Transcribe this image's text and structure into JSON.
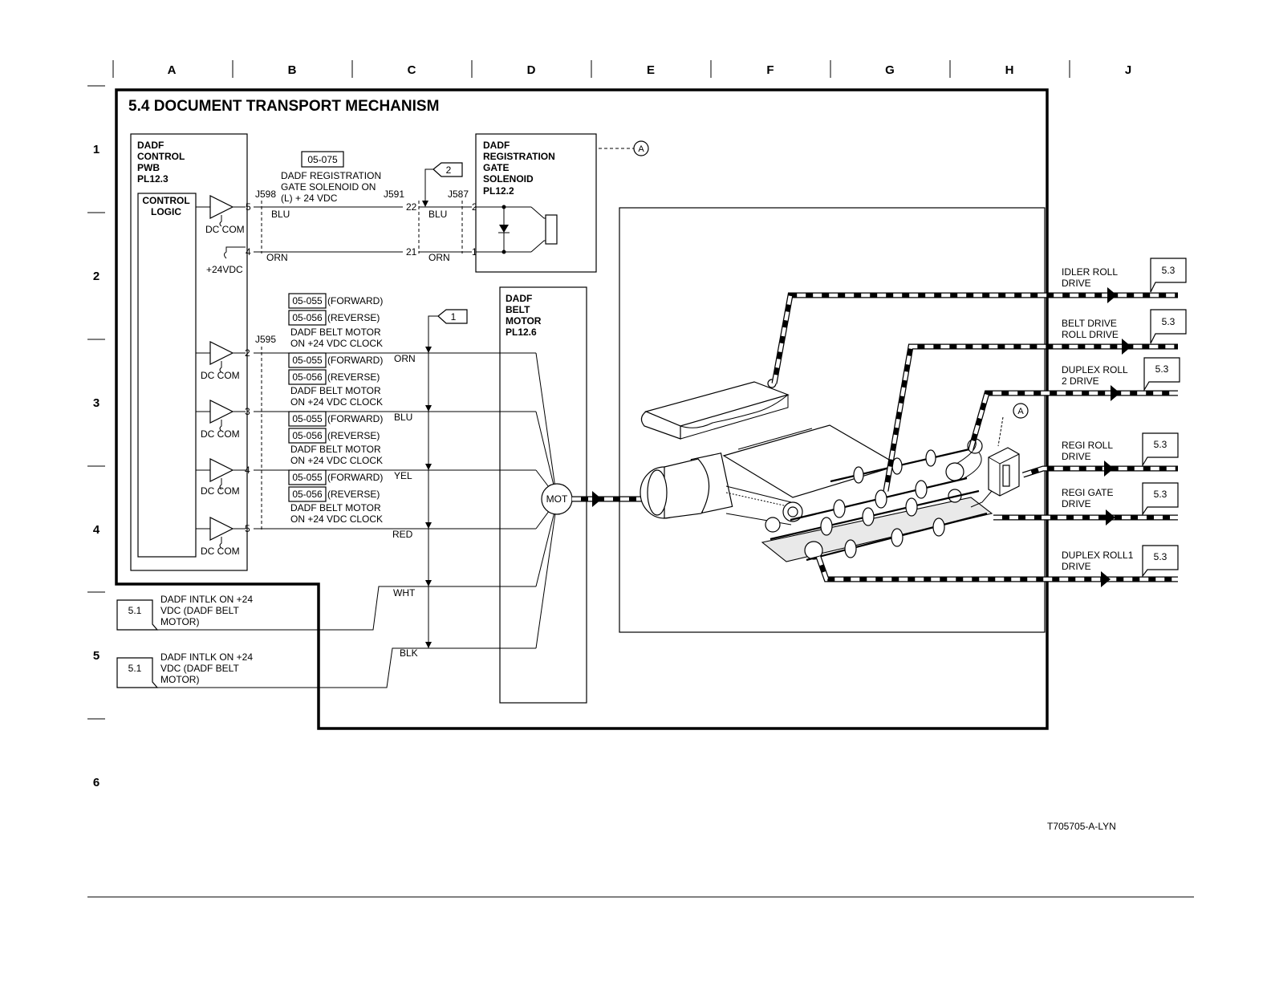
{
  "grid": {
    "columns": [
      "A",
      "B",
      "C",
      "D",
      "E",
      "F",
      "G",
      "H",
      "J"
    ],
    "rows": [
      "1",
      "2",
      "3",
      "4",
      "5",
      "6"
    ]
  },
  "title": "5.4 DOCUMENT TRANSPORT MECHANISM",
  "pwb": {
    "lines": [
      "DADF",
      "CONTROL",
      "PWB",
      "PL12.3"
    ],
    "control_logic": [
      "CONTROL",
      "LOGIC"
    ],
    "connector_top": "J598",
    "connector_bottom": "J595",
    "power_label": "+24VDC",
    "dc_com": "DC COM"
  },
  "solenoid_circuit": {
    "code": "05-075",
    "desc": [
      "DADF REGISTRATION",
      "GATE SOLENOID ON",
      "(L) + 24 VDC"
    ],
    "connectors": [
      "J591",
      "J587"
    ],
    "pins": [
      "5",
      "4",
      "22",
      "21",
      "2",
      "1"
    ],
    "wires": [
      "BLU",
      "ORN",
      "BLU",
      "ORN"
    ],
    "flag": "2"
  },
  "solenoid": {
    "lines": [
      "DADF",
      "REGISTRATION",
      "GATE",
      "SOLENOID",
      "PL12.2"
    ],
    "ref": "A"
  },
  "motor_circuit": {
    "flag": "1",
    "channels": [
      {
        "pin": "2",
        "wire": "ORN",
        "forward": "05-055",
        "reverse": "05-056",
        "forward_label": "(FORWARD)",
        "reverse_label": "(REVERSE)",
        "desc": [
          "DADF BELT MOTOR",
          "ON +24 VDC CLOCK"
        ]
      },
      {
        "pin": "3",
        "wire": "BLU",
        "forward": "05-055",
        "reverse": "05-056",
        "forward_label": "(FORWARD)",
        "reverse_label": "(REVERSE)",
        "desc": [
          "DADF BELT MOTOR",
          "ON +24 VDC CLOCK"
        ]
      },
      {
        "pin": "4",
        "wire": "YEL",
        "forward": "05-055",
        "reverse": "05-056",
        "forward_label": "(FORWARD)",
        "reverse_label": "(REVERSE)",
        "desc": [
          "DADF BELT MOTOR",
          "ON +24 VDC CLOCK"
        ]
      },
      {
        "pin": "5",
        "wire": "RED",
        "forward": "05-055",
        "reverse": "05-056",
        "forward_label": "(FORWARD)",
        "reverse_label": "(REVERSE)",
        "desc": [
          "DADF BELT MOTOR",
          "ON +24 VDC CLOCK"
        ]
      }
    ],
    "extra_wires": [
      "WHT",
      "BLK"
    ]
  },
  "motor": {
    "lines": [
      "DADF",
      "BELT",
      "MOTOR",
      "PL12.6"
    ],
    "symbol": "MOT"
  },
  "interlocks": [
    {
      "ref": "5.1",
      "desc": [
        "DADF INTLK ON +24",
        "VDC (DADF BELT",
        "MOTOR)"
      ]
    },
    {
      "ref": "5.1",
      "desc": [
        "DADF INTLK ON +24",
        "VDC (DADF BELT",
        "MOTOR)"
      ]
    }
  ],
  "drives": [
    {
      "label": [
        "IDLER ROLL",
        "DRIVE"
      ],
      "ref": "5.3"
    },
    {
      "label": [
        "BELT DRIVE",
        "ROLL DRIVE"
      ],
      "ref": "5.3"
    },
    {
      "label": [
        "DUPLEX ROLL",
        "2 DRIVE"
      ],
      "ref": "5.3"
    },
    {
      "label": [
        "REGI ROLL",
        "DRIVE"
      ],
      "ref": "5.3"
    },
    {
      "label": [
        "REGI GATE",
        "DRIVE"
      ],
      "ref": "5.3"
    },
    {
      "label": [
        "DUPLEX ROLL1",
        "DRIVE"
      ],
      "ref": "5.3"
    }
  ],
  "mechanism_ref": "A",
  "figure_id": "T705705-A-LYN"
}
